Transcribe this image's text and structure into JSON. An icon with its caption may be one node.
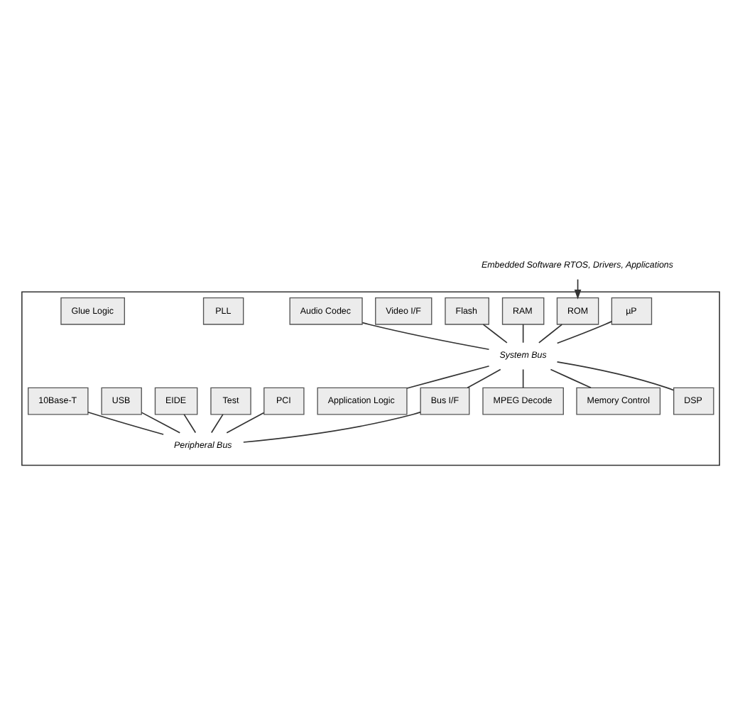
{
  "diagram": {
    "nodes": [
      {
        "text": [],
        "shape": "box"
      },
      {
        "text": [
          "Embedded Software RTOS, Drivers, Applications"
        ]
      },
      {
        "text": [
          "µP"
        ],
        "in": 0
      },
      {
        "text": [
          "ROM"
        ],
        "in": 0
      },
      {
        "text": [
          "RAM"
        ],
        "in": 0
      },
      {
        "text": [
          "Flash"
        ],
        "in": 0
      },
      {
        "text": [
          "Video I/F"
        ],
        "in": 0
      },
      {
        "text": [
          "Audio Codec"
        ],
        "in": 0
      },
      {
        "text": [
          "System Bus"
        ],
        "in": 0
      },
      {
        "text": [
          "Application Logic"
        ],
        "in": 0
      },
      {
        "text": [
          "Bus I/F"
        ],
        "in": 0
      },
      {
        "text": [
          "MPEG Decode"
        ],
        "in": 0
      },
      {
        "text": [
          "Memory Control"
        ],
        "in": 0
      },
      {
        "text": [
          "PLL"
        ],
        "in": 0
      },
      {
        "text": [
          "Glue Logic"
        ],
        "in": 0
      },
      {
        "text": [
          "PCI"
        ],
        "in": 0
      },
      {
        "text": [
          "DSP"
        ],
        "in": 0
      },
      {
        "text": [
          "Test"
        ],
        "in": 0
      },
      {
        "text": [
          "EIDE"
        ],
        "in": 0
      },
      {
        "text": [
          "USB"
        ],
        "in": 0
      },
      {
        "text": [
          "10Base-T"
        ],
        "in": 0
      },
      {
        "text": [
          "Peripheral Bus"
        ],
        "in": 0
      }
    ],
    "edges": [
      {
        "from": 1,
        "to": 3,
        "arrow": "to"
      },
      {
        "from": 2,
        "to": 8,
        "arrow": "none"
      },
      {
        "from": 3,
        "to": 8,
        "arrow": "none"
      },
      {
        "from": 4,
        "to": 8,
        "arrow": "none"
      },
      {
        "from": 5,
        "to": 8,
        "arrow": "none"
      },
      {
        "from": 7,
        "to": 8,
        "arrow": "none"
      },
      {
        "from": 8,
        "to": 9,
        "arrow": "none"
      },
      {
        "from": 8,
        "to": 10,
        "arrow": "none"
      },
      {
        "from": 8,
        "to": 11,
        "arrow": "none"
      },
      {
        "from": 8,
        "to": 12,
        "arrow": "none"
      },
      {
        "from": 8,
        "to": 16,
        "arrow": "none"
      },
      {
        "from": 10,
        "to": 21,
        "arrow": "none"
      },
      {
        "from": 15,
        "to": 21,
        "arrow": "none"
      },
      {
        "from": 19,
        "to": 21,
        "arrow": "none"
      },
      {
        "from": 18,
        "to": 21,
        "arrow": "none"
      },
      {
        "from": 17,
        "to": 21,
        "arrow": "none"
      },
      {
        "from": 20,
        "to": 21,
        "arrow": "none"
      }
    ]
  }
}
